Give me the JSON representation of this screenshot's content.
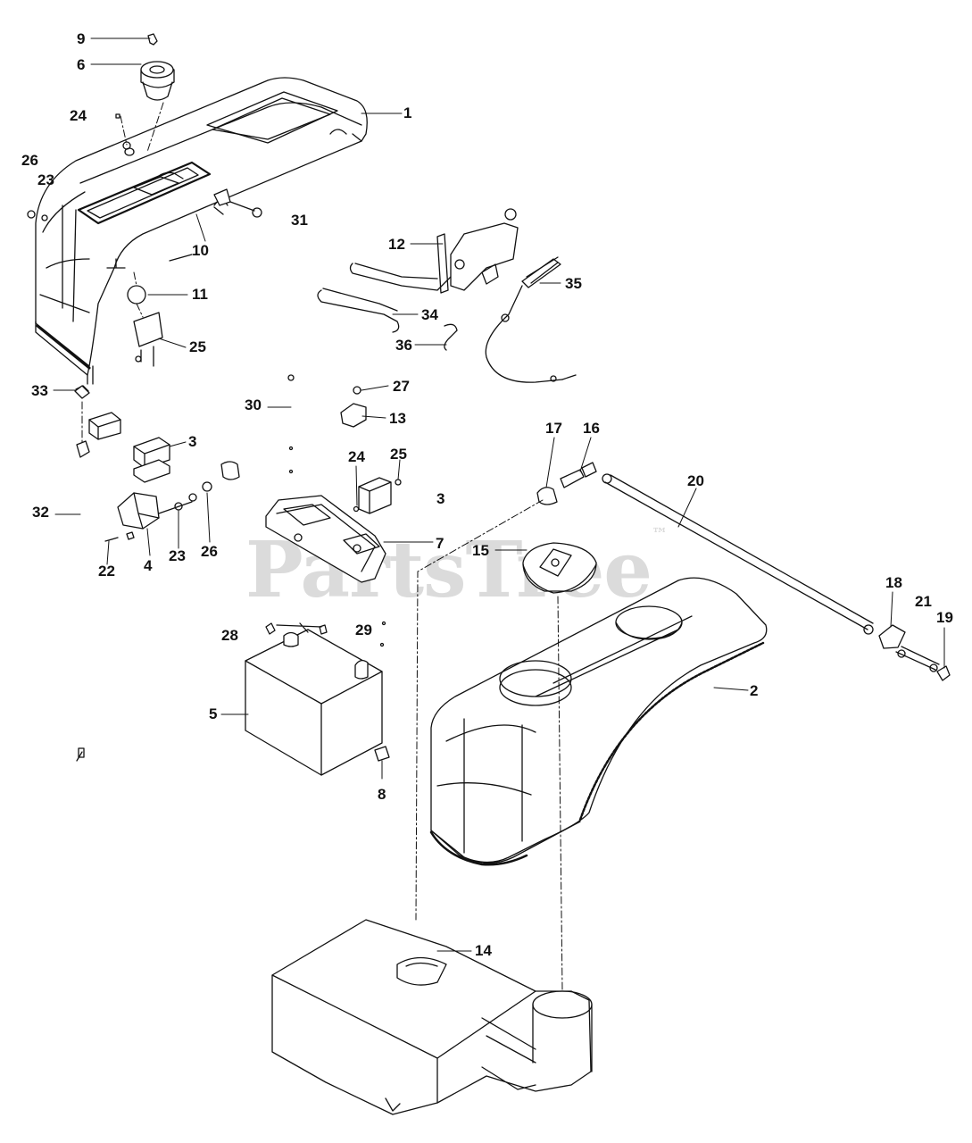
{
  "watermark": {
    "text": "PartsTree",
    "trademark": "™"
  },
  "colors": {
    "line": "#111111",
    "watermark": "#cfcfcf",
    "background": "#ffffff"
  },
  "callouts": {
    "c1": "1",
    "c2": "2",
    "c3a": "3",
    "c3b": "3",
    "c4": "4",
    "c5": "5",
    "c6": "6",
    "c7": "7",
    "c8": "8",
    "c9": "9",
    "c10": "10",
    "c11": "11",
    "c12": "12",
    "c13": "13",
    "c14": "14",
    "c15": "15",
    "c16": "16",
    "c17": "17",
    "c18": "18",
    "c19": "19",
    "c20": "20",
    "c21": "21",
    "c22": "22",
    "c23a": "23",
    "c23b": "23",
    "c24a": "24",
    "c24b": "24",
    "c25a": "25",
    "c25b": "25",
    "c26a": "26",
    "c26b": "26",
    "c27": "27",
    "c28": "28",
    "c29": "29",
    "c30": "30",
    "c31": "31",
    "c32": "32",
    "c33": "33",
    "c34": "34",
    "c35": "35",
    "c36": "36"
  }
}
